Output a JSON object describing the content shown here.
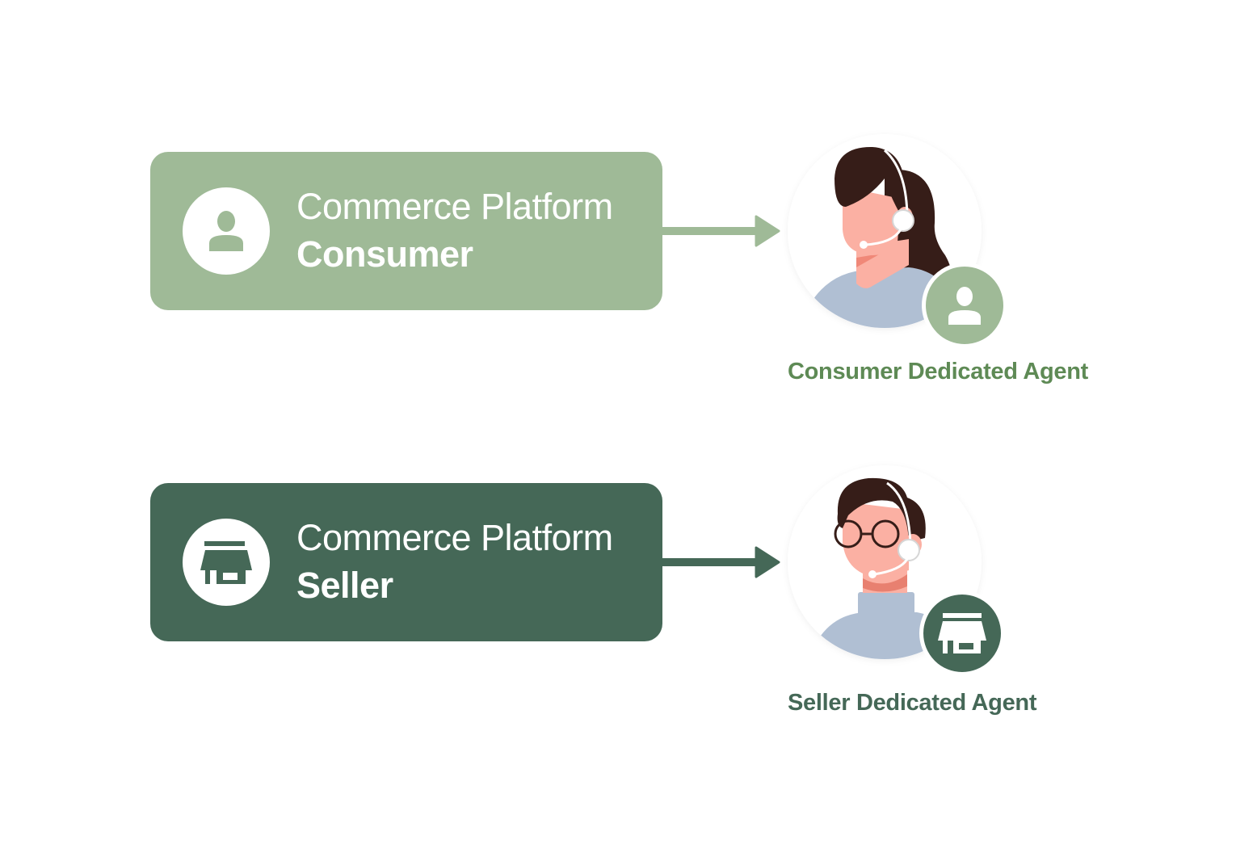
{
  "flows": [
    {
      "key": "consumer",
      "platform_label": "Commerce Platform",
      "role_label": "Consumer",
      "icon": "person-icon",
      "agent_label": "Consumer Dedicated Agent",
      "color": "#9fba97",
      "label_color": "#5e8a55"
    },
    {
      "key": "seller",
      "platform_label": "Commerce Platform",
      "role_label": "Seller",
      "icon": "storefront-icon",
      "agent_label": "Seller Dedicated Agent",
      "color": "#456857",
      "label_color": "#456857"
    }
  ],
  "colors": {
    "hair": "#361d18",
    "skin": "#fbb0a3",
    "shirt": "#b0bfd3",
    "headset": "#ffffff"
  }
}
